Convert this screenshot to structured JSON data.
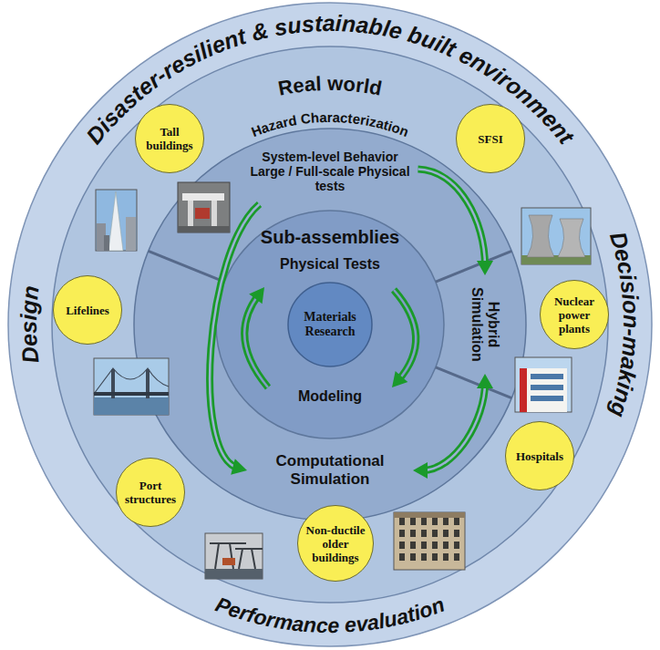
{
  "diagram": {
    "nodes": [
      {
        "text": [
          "Disaster-resilient & sustainable built environment",
          "Design",
          "Decision-making",
          "Performance evaluation"
        ]
      },
      {
        "text": [
          "Real world",
          "Hazard Characterization"
        ],
        "in": 0
      },
      {
        "text": [
          "Tall buildings"
        ],
        "in": 1
      },
      {
        "text": [
          "SFSI"
        ],
        "in": 1
      },
      {
        "text": [
          "Lifelines"
        ],
        "in": 1
      },
      {
        "text": [
          "Nuclear power plants"
        ],
        "in": 1
      },
      {
        "text": [
          "Port structures"
        ],
        "in": 1
      },
      {
        "text": [
          "Hospitals"
        ],
        "in": 1
      },
      {
        "text": [
          "Non-ductile older buildings"
        ],
        "in": 1
      },
      {
        "text": [
          "System-level Behavior Large / Full-scale Physical tests"
        ],
        "in": 1
      },
      {
        "text": [
          "Hybrid Simulation"
        ],
        "in": 1
      },
      {
        "text": [
          "Computational Simulation"
        ],
        "in": 1
      },
      {
        "text": [
          "Sub-assemblies",
          "Physical Tests",
          "Modeling"
        ],
        "in": 1
      },
      {
        "text": [
          "Materials Research"
        ],
        "in": 12
      }
    ],
    "edges": [
      {
        "from": 9,
        "to": 10,
        "arrow": "to"
      },
      {
        "from": 9,
        "to": 11,
        "arrow": "to"
      },
      {
        "from": 11,
        "to": 10,
        "arrow": "both"
      }
    ]
  }
}
